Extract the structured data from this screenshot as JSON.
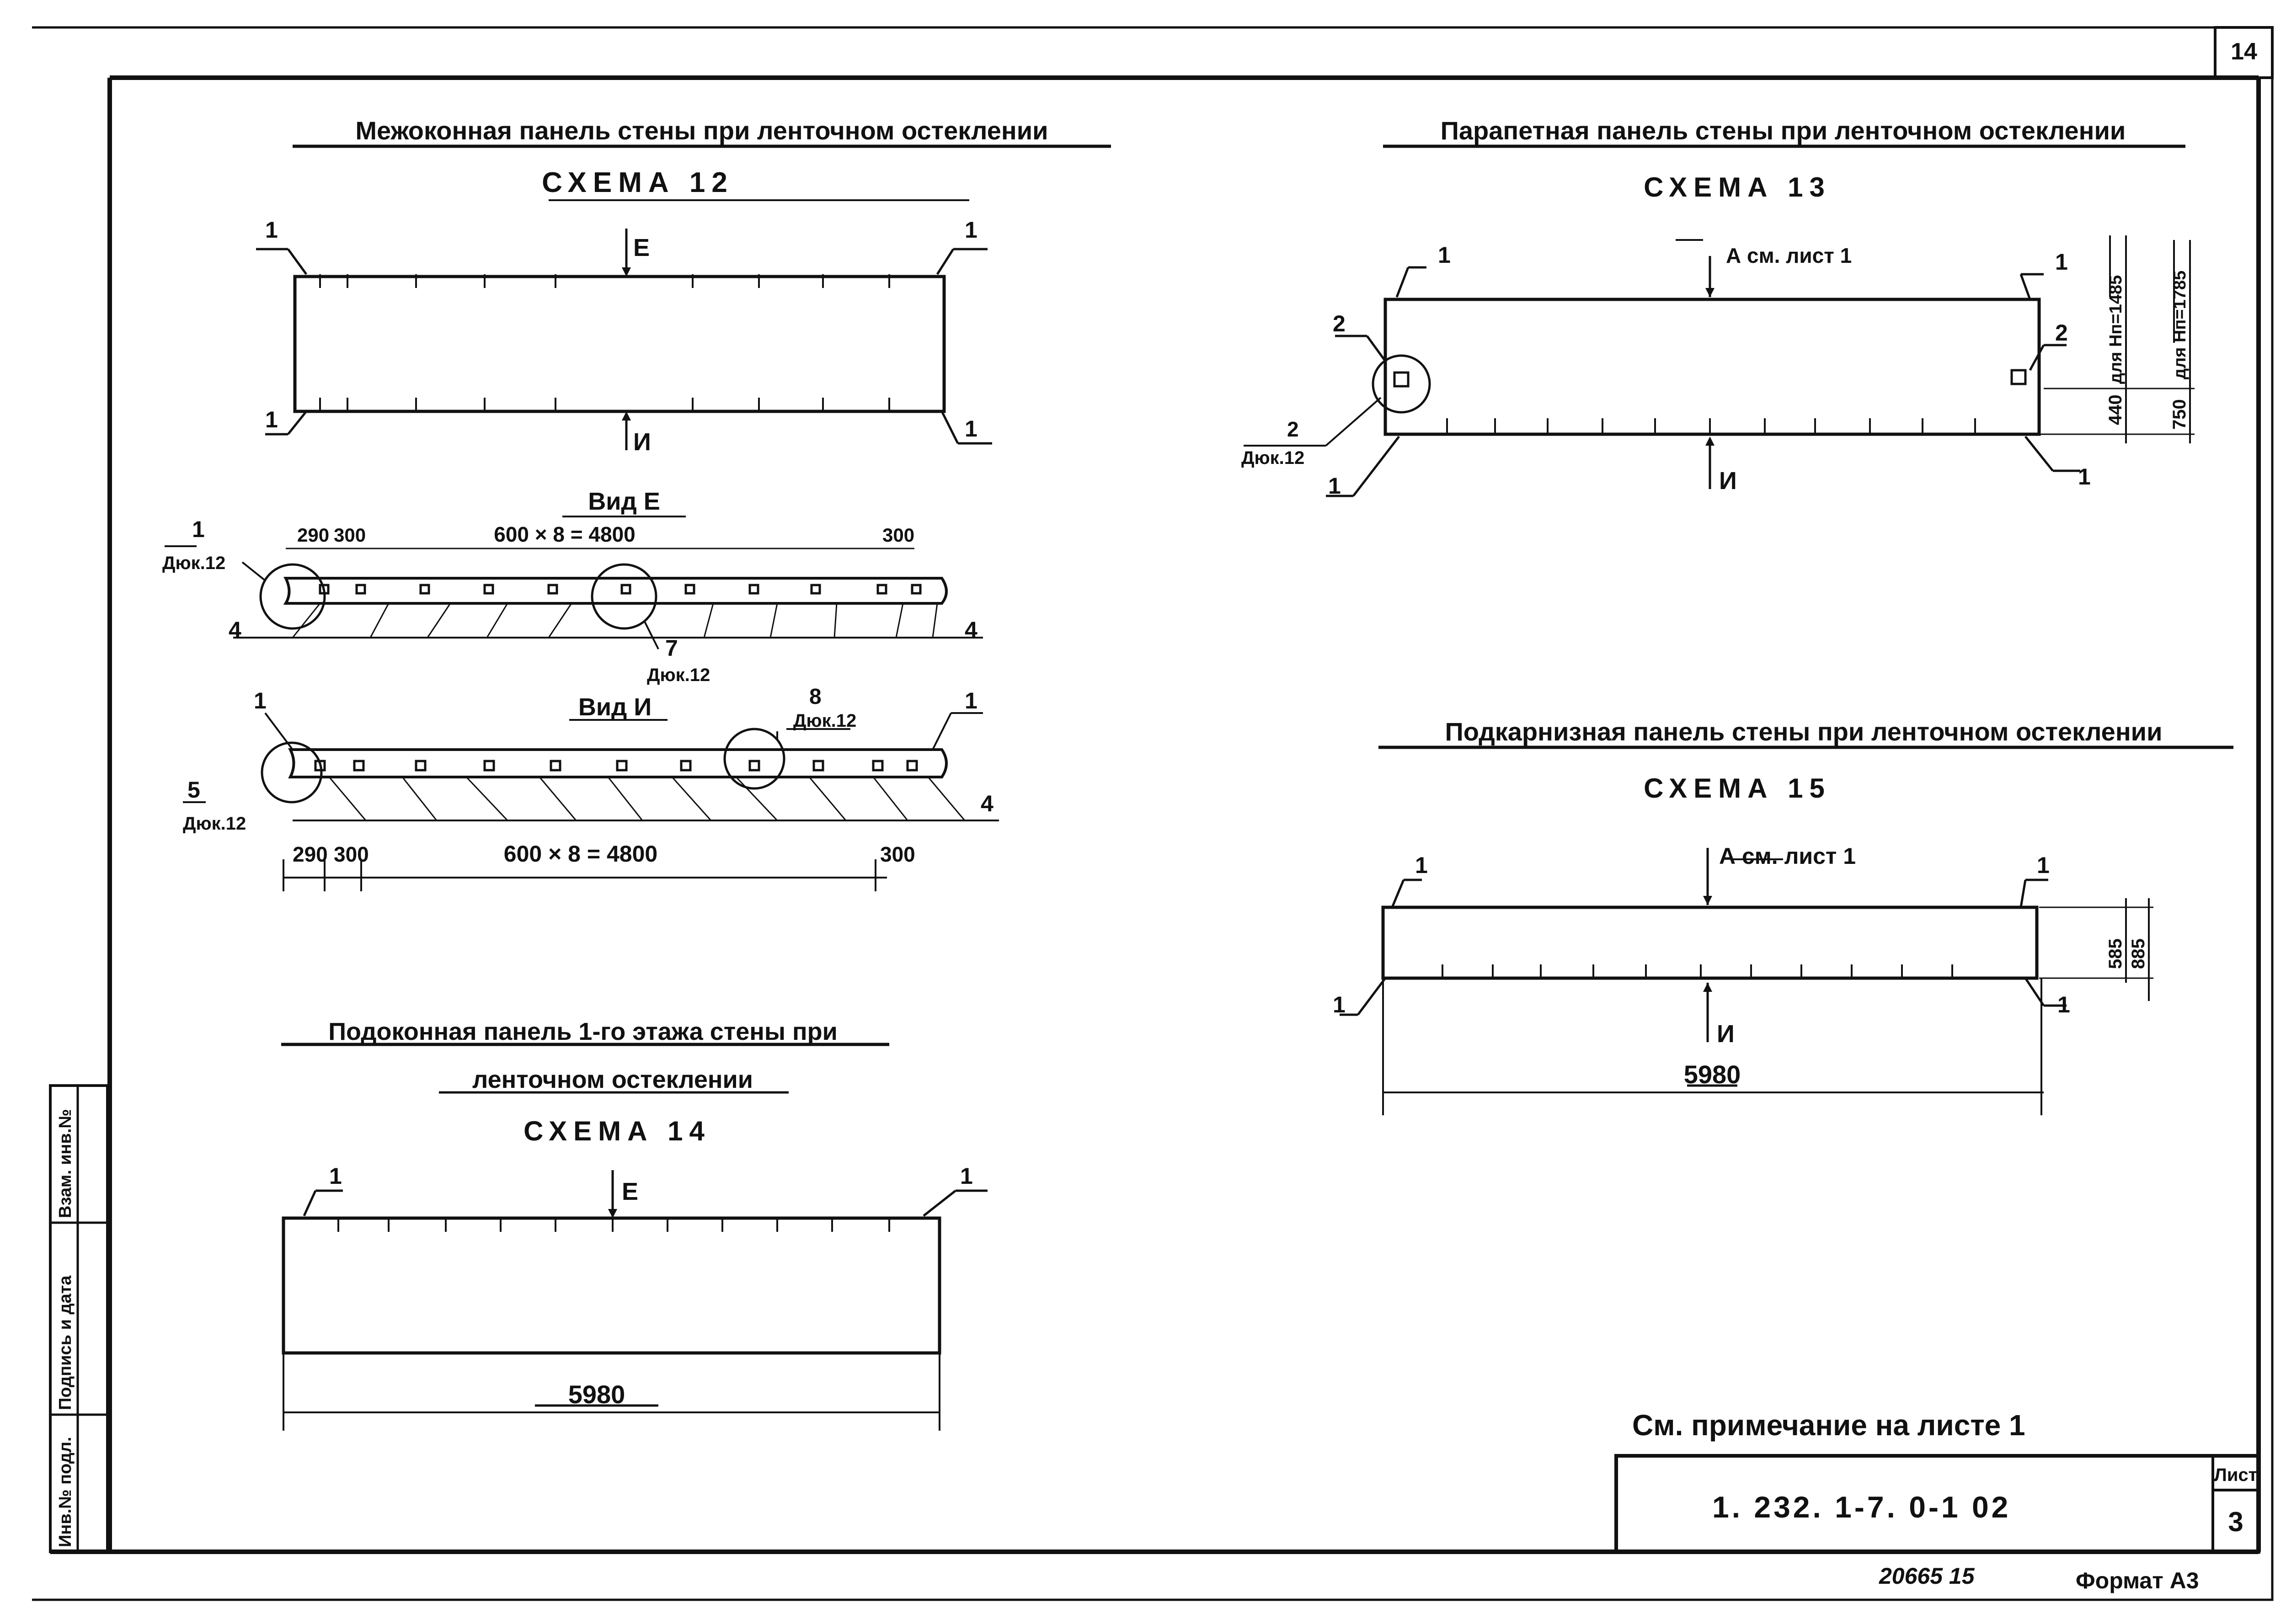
{
  "sheet_corner_number": "14",
  "schema12": {
    "title": "Межоконная панель стены при ленточном остеклении",
    "schema_label": "СХЕМА 12",
    "arrow_top": "Е",
    "arrow_bottom": "И",
    "callout_tl": "1",
    "callout_tr": "1",
    "callout_bl": "1",
    "callout_br": "1"
  },
  "viewE": {
    "title": "Вид Е",
    "dim_290": "290",
    "dim_300a": "300",
    "dim_main": "600 × 8 = 4800",
    "dim_300b": "300",
    "callout_1": "1",
    "callout_1_ref": "Дюк.12",
    "callout_4l": "4",
    "callout_4r": "4",
    "callout_7": "7",
    "callout_7_ref": "Дюк.12"
  },
  "viewI": {
    "title": "Вид И",
    "callout_1l": "1",
    "callout_1r": "1",
    "callout_8": "8",
    "callout_8_ref": "Дюк.12",
    "callout_4": "4",
    "callout_5": "5",
    "callout_5_ref": "Дюк.12",
    "dim_290": "290",
    "dim_300a": "300",
    "dim_main": "600 × 8 = 4800",
    "dim_300b": "300"
  },
  "schema13": {
    "title": "Парапетная панель стены при ленточном остеклении",
    "schema_label": "СХЕМА 13",
    "arrow_top": "А см. лист 1",
    "arrow_bottom": "И",
    "callout_1_tl": "1",
    "callout_1_tr": "1",
    "callout_1_bl": "1",
    "callout_1_br": "1",
    "callout_2_l": "2",
    "callout_2_r": "2",
    "callout_2_ref_num": "2",
    "callout_2_ref": "Дюк.12",
    "dim_440": "440",
    "dim_750": "750",
    "dim_note_1485": "для Нп=1485",
    "dim_note_1785": "для Нп=1785"
  },
  "schema14": {
    "title_line1": "Подоконная панель 1-го этажа стены при",
    "title_line2": "ленточном остеклении",
    "schema_label": "СХЕМА 14",
    "arrow_top": "Е",
    "callout_l": "1",
    "callout_r": "1",
    "dim": "5980"
  },
  "schema15": {
    "title": "Подкарнизная панель стены при ленточном остеклении",
    "schema_label": "СХЕМА 15",
    "arrow_top": "А см. лист 1",
    "arrow_bottom": "И",
    "callout_tl": "1",
    "callout_tr": "1",
    "callout_bl": "1",
    "callout_br": "1",
    "dim_585": "585",
    "dim_885": "885",
    "dim": "5980"
  },
  "note": "См. примечание на листе 1",
  "title_block": {
    "doc_code": "1. 232. 1-7. 0-1   02",
    "list_label": "Лист",
    "list_number": "3"
  },
  "side_stamp": {
    "col1": "Инв.№ подл.",
    "col2": "Подпись и дата",
    "col3": "Взам. инв.№"
  },
  "footer": {
    "archive_number": "20665   15",
    "format": "Формат А3"
  }
}
